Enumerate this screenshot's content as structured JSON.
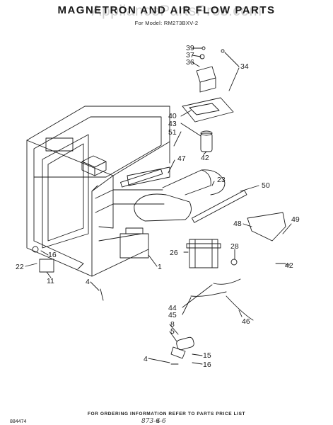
{
  "header": {
    "title": "MAGNETRON AND AIR FLOW PARTS",
    "subtitle": "For Model: RM273BXV-2",
    "watermark": "AppliancePartsPros.com"
  },
  "callouts": {
    "c39": "39",
    "c37": "37",
    "c36": "36",
    "c34": "34",
    "c40": "40",
    "c43": "43",
    "c51": "51",
    "c42a": "42",
    "c47": "47",
    "c23": "23",
    "c50": "50",
    "c48": "48",
    "c49": "49",
    "c26": "26",
    "c28": "28",
    "c42b": "42",
    "c1": "1",
    "c16a": "16",
    "c22": "22",
    "c11": "11",
    "c4a": "4",
    "c44": "44",
    "c45": "45",
    "c8": "8",
    "c5": "5",
    "c46": "46",
    "c4b": "4",
    "c15": "15",
    "c16b": "16"
  },
  "footer": {
    "note": "FOR ORDERING INFORMATION REFER TO PARTS PRICE LIST",
    "doc_number": "884474",
    "page": "6",
    "handwritten": "873-6-6"
  }
}
